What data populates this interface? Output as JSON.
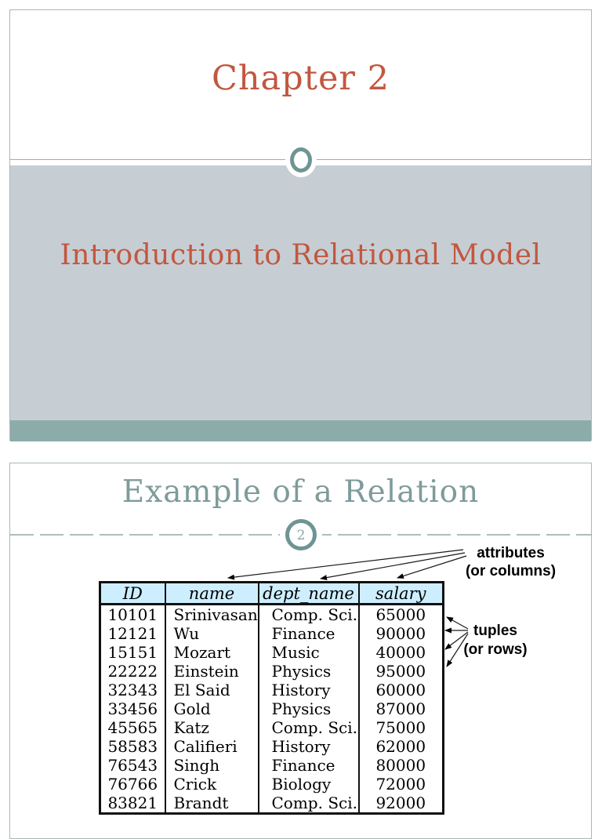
{
  "colors": {
    "accent-rust": "#c2573f",
    "accent-teal": "#7e9b9a",
    "ring-teal": "#6f9494",
    "panel-gray": "#c6ced4",
    "strip-teal": "#8cacaa",
    "slide-border": "#a7b7b9",
    "line-gray": "#9eafb1",
    "table-header-blue": "#cdeeff"
  },
  "slide1": {
    "title": "Chapter 2",
    "subtitle": "Introduction to Relational Model"
  },
  "slide2": {
    "title": "Example of a Relation",
    "page_number": "2",
    "annotations": {
      "attributes_line1": "attributes",
      "attributes_line2": "(or columns)",
      "tuples_line1": "tuples",
      "tuples_line2": "(or rows)"
    },
    "table": {
      "columns": [
        "ID",
        "name",
        "dept_name",
        "salary"
      ],
      "rows": [
        [
          "10101",
          "Srinivasan",
          "Comp. Sci.",
          "65000"
        ],
        [
          "12121",
          "Wu",
          "Finance",
          "90000"
        ],
        [
          "15151",
          "Mozart",
          "Music",
          "40000"
        ],
        [
          "22222",
          "Einstein",
          "Physics",
          "95000"
        ],
        [
          "32343",
          "El Said",
          "History",
          "60000"
        ],
        [
          "33456",
          "Gold",
          "Physics",
          "87000"
        ],
        [
          "45565",
          "Katz",
          "Comp. Sci.",
          "75000"
        ],
        [
          "58583",
          "Califieri",
          "History",
          "62000"
        ],
        [
          "76543",
          "Singh",
          "Finance",
          "80000"
        ],
        [
          "76766",
          "Crick",
          "Biology",
          "72000"
        ],
        [
          "83821",
          "Brandt",
          "Comp. Sci.",
          "92000"
        ]
      ]
    }
  }
}
